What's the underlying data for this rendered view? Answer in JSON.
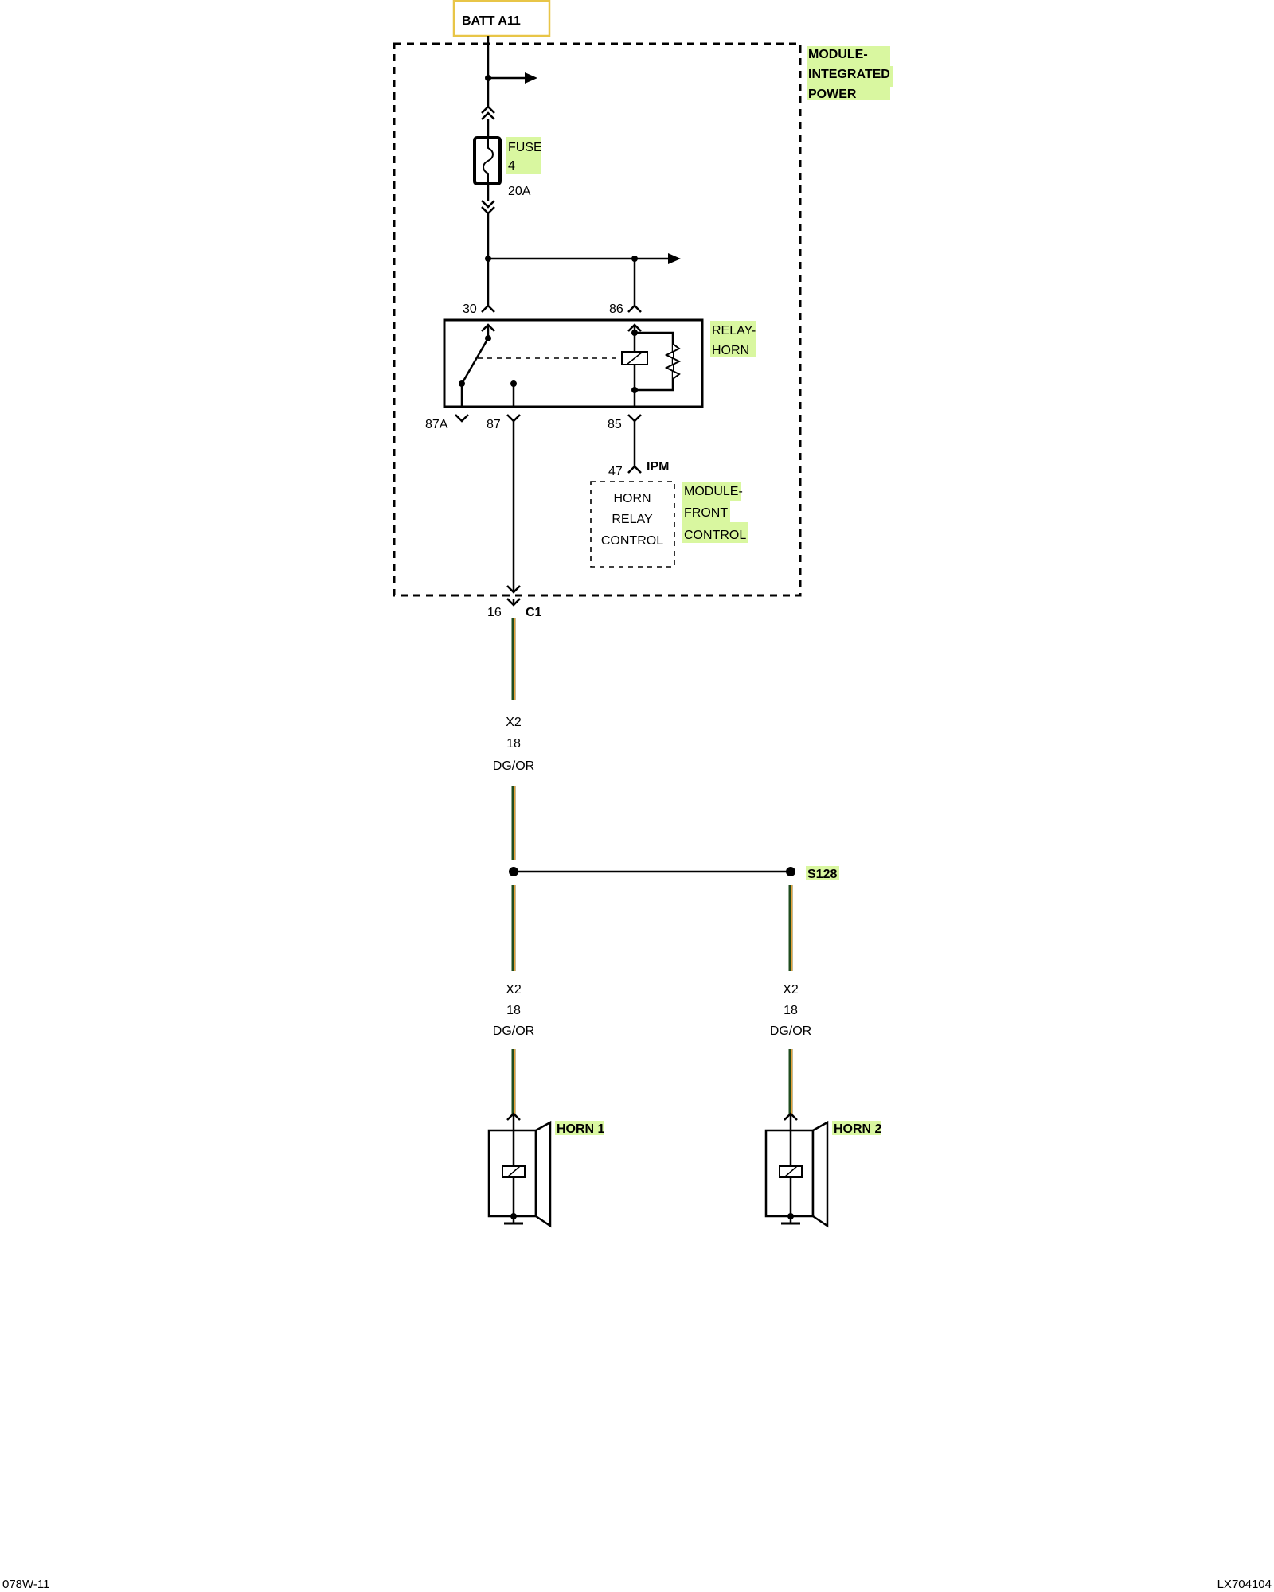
{
  "source": {
    "label": "BATT A11",
    "border_color": "#e8c547"
  },
  "module_ipm": {
    "label_lines": [
      "MODULE-",
      "INTEGRATED",
      "POWER"
    ],
    "abbrev": "IPM"
  },
  "fuse": {
    "label_lines": [
      "FUSE",
      "4"
    ],
    "rating": "20A"
  },
  "relay": {
    "label_lines": [
      "RELAY-",
      "HORN"
    ],
    "pins": {
      "p30": "30",
      "p86": "86",
      "p87a": "87A",
      "p87": "87",
      "p85": "85"
    }
  },
  "module_fcm": {
    "label_lines": [
      "MODULE-",
      "FRONT",
      "CONTROL"
    ],
    "pin": "47",
    "box_lines": [
      "HORN",
      "RELAY",
      "CONTROL"
    ]
  },
  "connector": {
    "pin": "16",
    "name": "C1"
  },
  "wire_main": {
    "circuit": "X2",
    "gauge": "18",
    "color_code": "DG/OR"
  },
  "splice": {
    "name": "S128"
  },
  "wire_left": {
    "circuit": "X2",
    "gauge": "18",
    "color_code": "DG/OR"
  },
  "wire_right": {
    "circuit": "X2",
    "gauge": "18",
    "color_code": "DG/OR"
  },
  "horn1": {
    "label": "HORN 1"
  },
  "horn2": {
    "label": "HORN 2"
  },
  "footer": {
    "left": "078W-11",
    "right": "LX704104"
  },
  "colors": {
    "highlight": "#d9f7a0",
    "wire_dark_green": "#1f4d1f",
    "wire_orange": "#e8a13a"
  }
}
